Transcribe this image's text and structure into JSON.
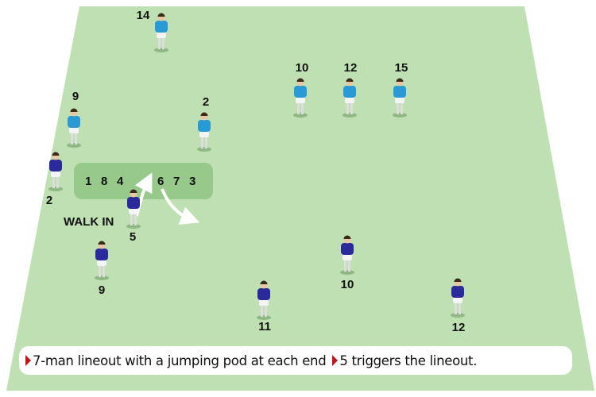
{
  "colors": {
    "field": "#bfe0b2",
    "lineout_box": "#96c98a",
    "attack_team": "#2a9ad6",
    "defence_team": "#2b2a9a",
    "caption_bullet": "#c0161c"
  },
  "players": [
    {
      "label": "14",
      "team": "light"
    },
    {
      "label": "10",
      "team": "light"
    },
    {
      "label": "12",
      "team": "light"
    },
    {
      "label": "15",
      "team": "light"
    },
    {
      "label": "9",
      "team": "light"
    },
    {
      "label": "2",
      "team": "light"
    },
    {
      "label": "2",
      "team": "dark"
    },
    {
      "label": "5",
      "team": "dark"
    },
    {
      "label": "9",
      "team": "dark"
    },
    {
      "label": "11",
      "team": "dark"
    },
    {
      "label": "10",
      "team": "dark"
    },
    {
      "label": "12",
      "team": "dark"
    }
  ],
  "lineout": {
    "front_pod": [
      "1",
      "8",
      "4"
    ],
    "back_pod": [
      "6",
      "7",
      "3"
    ]
  },
  "walk_in_label": "WALK IN",
  "caption": {
    "items": [
      "7-man lineout with a jumping pod at each end",
      "5 triggers the lineout."
    ],
    "bullet_icon": "red-triangle-icon"
  }
}
